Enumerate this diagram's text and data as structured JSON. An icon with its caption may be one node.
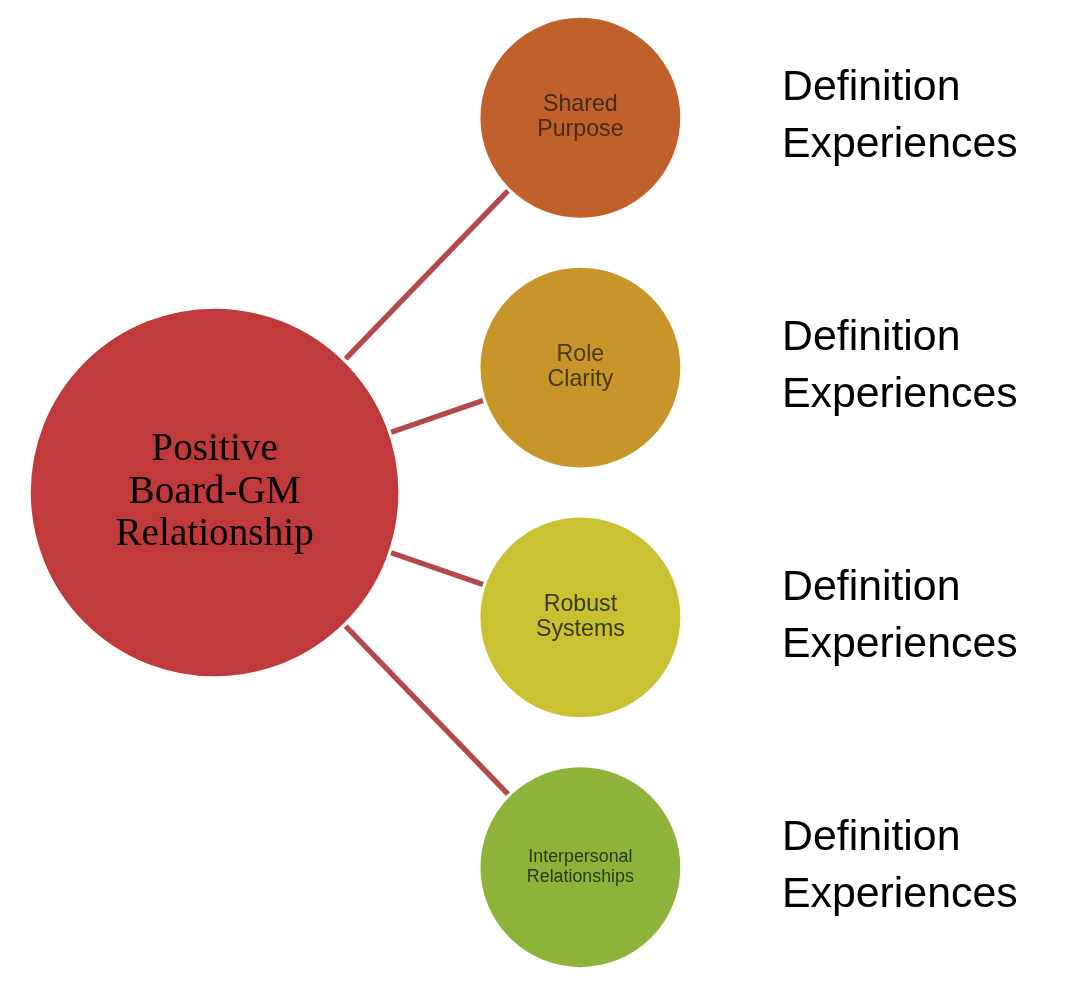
{
  "diagram": {
    "nodes": [
      {
        "text": [
          "Positive Board-GM Relationship"
        ]
      },
      {
        "text": [
          "Shared Purpose"
        ],
        "beside": [
          "Definition",
          "Experiences"
        ]
      },
      {
        "text": [
          "Role Clarity"
        ],
        "beside": [
          "Definition",
          "Experiences"
        ]
      },
      {
        "text": [
          "Robust Systems"
        ],
        "beside": [
          "Definition",
          "Experiences"
        ]
      },
      {
        "text": [
          "Interpersonal Relationships"
        ],
        "beside": [
          "Definition",
          "Experiences"
        ]
      }
    ],
    "edges": [
      {
        "from": 0,
        "to": 1,
        "arrow": "none"
      },
      {
        "from": 0,
        "to": 2,
        "arrow": "none"
      },
      {
        "from": 0,
        "to": 3,
        "arrow": "none"
      },
      {
        "from": 0,
        "to": 4,
        "arrow": "none"
      }
    ]
  }
}
